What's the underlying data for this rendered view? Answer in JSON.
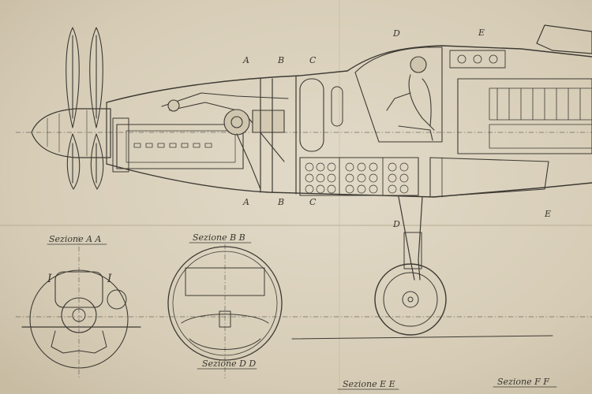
{
  "sheet": {
    "paper_color": "#d9d0bd",
    "ink_color": "#3d3a33"
  },
  "section_markers_top": [
    "A",
    "B",
    "C",
    "D",
    "E"
  ],
  "section_markers_bottom": [
    "A",
    "B",
    "C",
    "D",
    "E"
  ],
  "captions": {
    "aa": "Sezione A A",
    "bb": "Sezione B B",
    "dd": "Sezione D D",
    "ee": "Sezione E E",
    "ff": "Sezione F F"
  },
  "section_views": {
    "aa_marks": [
      "I",
      "I"
    ]
  }
}
